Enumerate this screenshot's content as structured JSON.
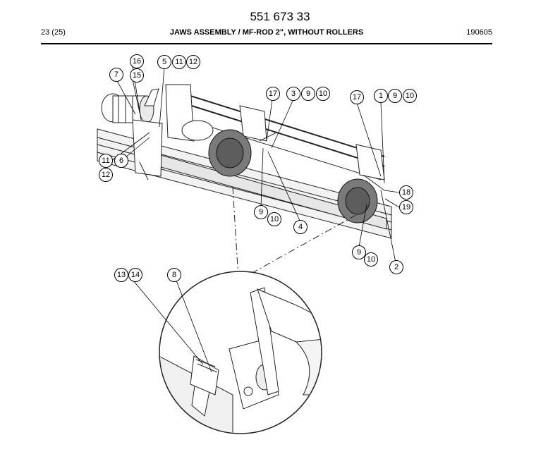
{
  "header": {
    "doc_number": "551 673 33",
    "page_ref": "23 (25)",
    "title": "JAWS ASSEMBLY / MF-ROD 2\", WITHOUT ROLLERS",
    "date_code": "190605"
  },
  "callouts": [
    {
      "id": "c16a",
      "label": "16"
    },
    {
      "id": "c15",
      "label": "15"
    },
    {
      "id": "c7",
      "label": "7"
    },
    {
      "id": "c5",
      "label": "5"
    },
    {
      "id": "c11a",
      "label": "11"
    },
    {
      "id": "c12a",
      "label": "12"
    },
    {
      "id": "c17a",
      "label": "17"
    },
    {
      "id": "c3",
      "label": "3"
    },
    {
      "id": "c9a",
      "label": "9"
    },
    {
      "id": "c10a",
      "label": "10"
    },
    {
      "id": "c17b",
      "label": "17"
    },
    {
      "id": "c1",
      "label": "1"
    },
    {
      "id": "c9b",
      "label": "9"
    },
    {
      "id": "c10b",
      "label": "10"
    },
    {
      "id": "c11b",
      "label": "11"
    },
    {
      "id": "c6",
      "label": "6"
    },
    {
      "id": "c12b",
      "label": "12"
    },
    {
      "id": "c18",
      "label": "18"
    },
    {
      "id": "c19",
      "label": "19"
    },
    {
      "id": "c9c",
      "label": "9"
    },
    {
      "id": "c10c",
      "label": "10"
    },
    {
      "id": "c4",
      "label": "4"
    },
    {
      "id": "c9d",
      "label": "9"
    },
    {
      "id": "c10d",
      "label": "10"
    },
    {
      "id": "c2",
      "label": "2"
    },
    {
      "id": "c13",
      "label": "13"
    },
    {
      "id": "c14",
      "label": "14"
    },
    {
      "id": "c8",
      "label": "8"
    }
  ]
}
